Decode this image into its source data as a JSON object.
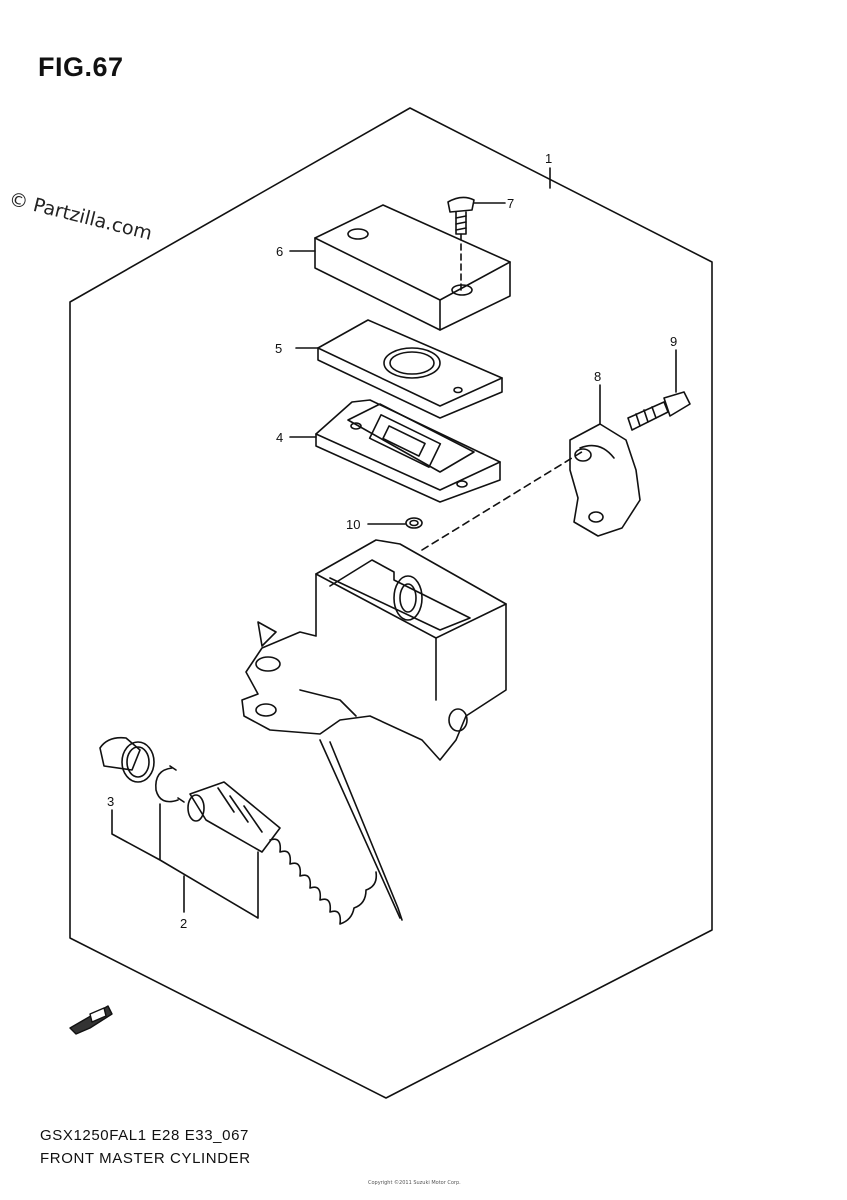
{
  "figure": {
    "title": "FIG.67",
    "watermark": "© Partzilla.com",
    "footer_line1": "GSX1250FAL1 E28 E33_067",
    "footer_line2": "FRONT MASTER CYLINDER",
    "fine_print": "Copyright ©2011 Suzuki Motor Corp."
  },
  "callouts": [
    "1",
    "2",
    "3",
    "4",
    "5",
    "6",
    "7",
    "8",
    "9",
    "10"
  ],
  "icons": {
    "front_arrow": "fwd-arrow-icon"
  }
}
